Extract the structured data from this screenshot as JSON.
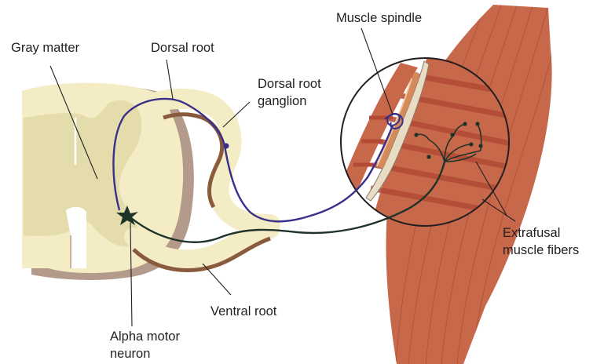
{
  "labels": {
    "gray_matter": "Gray matter",
    "dorsal_root": "Dorsal root",
    "dorsal_root_ganglion_line1": "Dorsal root",
    "dorsal_root_ganglion_line2": "ganglion",
    "muscle_spindle": "Muscle spindle",
    "extrafusal_line1": "Extrafusal",
    "extrafusal_line2": "muscle fibers",
    "ventral_root": "Ventral root",
    "alpha_line1": "Alpha motor",
    "alpha_line2": "neuron"
  },
  "colors": {
    "spinal_cord_white": "#f3ecc4",
    "gray_matter": "#e4dcab",
    "shadow": "#b39a8a",
    "root_outline": "#8a5a3c",
    "muscle": "#c8684b",
    "muscle_stripe": "#b24a36",
    "sensory_axon": "#3a2f8a",
    "motor_axon": "#1f3328",
    "label_text": "#231f20"
  }
}
